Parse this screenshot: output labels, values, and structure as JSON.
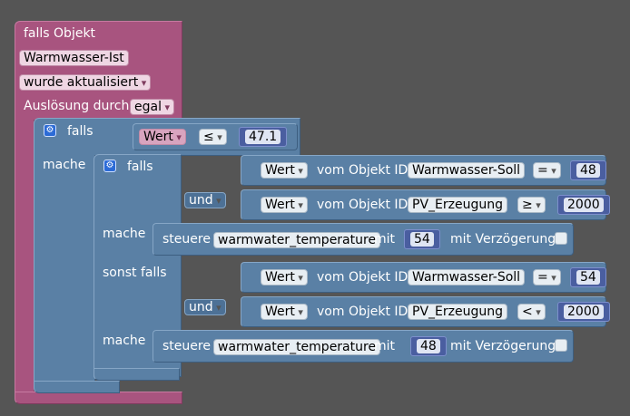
{
  "trigger": {
    "title": "falls Objekt",
    "object": "Warmwasser-Ist",
    "event": "wurde aktualisiert",
    "trigger_label": "Auslösung durch",
    "trigger_value": "egal"
  },
  "outer_if": {
    "if_label": "falls",
    "do_label": "mache",
    "condition": {
      "field": "Wert",
      "operator": "≤",
      "value": "47.1"
    }
  },
  "inner_if": {
    "if_label": "falls",
    "and_label": "und",
    "do_label": "mache",
    "elseif_label": "sonst falls",
    "of_object_label": "vom Objekt ID",
    "control_label": "steuere",
    "with_label": "mit",
    "delay_label": "mit Verzögerung",
    "branch1": {
      "cond1": {
        "attr": "Wert",
        "object": "Warmwasser-Soll",
        "operator": "=",
        "value": "48"
      },
      "cond2": {
        "attr": "Wert",
        "object": "PV_Erzeugung",
        "operator": "≥",
        "value": "2000"
      },
      "action": {
        "target": "warmwater_temperature",
        "value": "54"
      }
    },
    "branch2": {
      "cond1": {
        "attr": "Wert",
        "object": "Warmwasser-Soll",
        "operator": "=",
        "value": "54"
      },
      "cond2": {
        "attr": "Wert",
        "object": "PV_Erzeugung",
        "operator": "<",
        "value": "2000"
      },
      "action": {
        "target": "warmwater_temperature",
        "value": "48"
      }
    }
  },
  "colors": {
    "background": "#555555",
    "trigger_block": "#a8547f",
    "logic_block": "#5a80a5",
    "number_block": "#4a5ea0",
    "gear_icon": "#2c6bd6"
  }
}
